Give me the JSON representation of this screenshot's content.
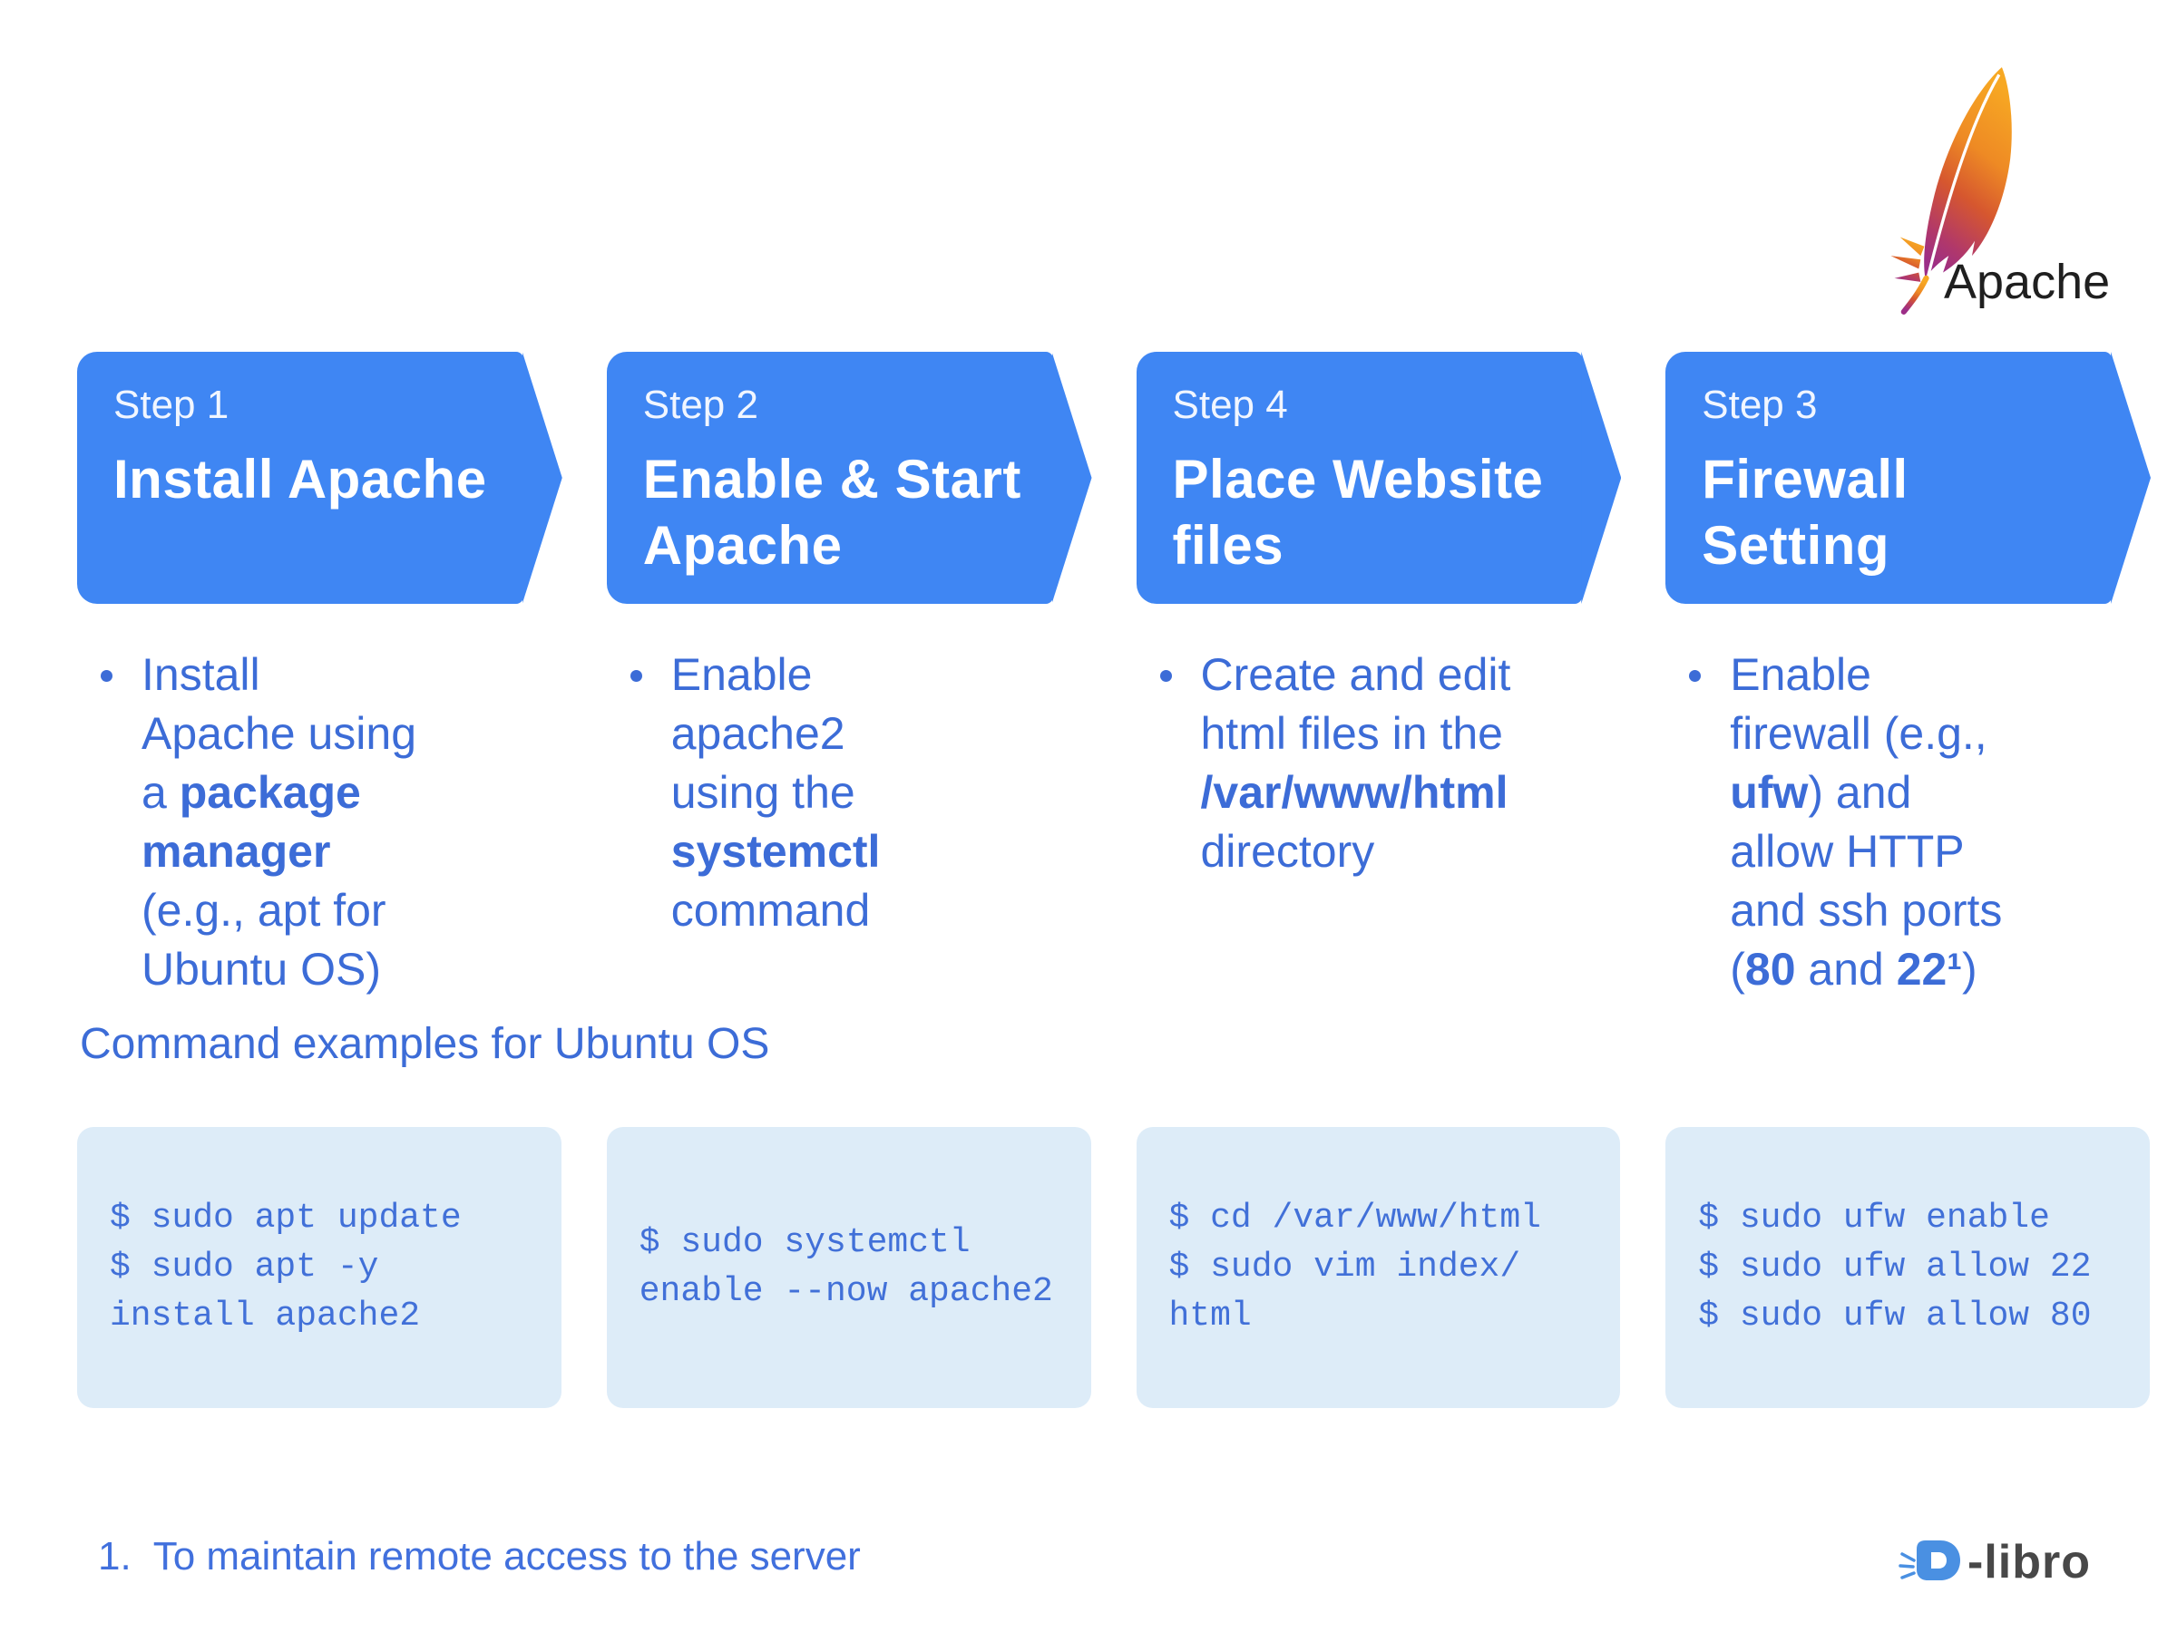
{
  "apache_logo": {
    "wordmark": "Apache"
  },
  "section_heading": "Command examples for Ubuntu OS",
  "footnote": {
    "number": "1.",
    "text": "To maintain remote access to the server"
  },
  "footer_logo": {
    "icon": "d-book-icon",
    "wordmark": "-libro"
  },
  "colors": {
    "banner_blue": "#3f86f3",
    "text_blue": "#3c6cd7",
    "code_text_blue": "#4170d8",
    "code_box_bg": "#ddecf8",
    "apache_wordmark_dark": "#1f1f1f",
    "feather_gradient_top": "#F7A823",
    "feather_gradient_bottom": "#9C2E87",
    "dlibro_blue": "#4a90e2",
    "dlibro_gray": "#484848"
  },
  "steps": [
    {
      "label": "Step 1",
      "title": "Install Apache",
      "bullet_lines": [
        "Install",
        "Apache using",
        "a **package**",
        "**manager**",
        "(e.g., apt for",
        "Ubuntu OS)"
      ],
      "code_lines": [
        "$ sudo apt update",
        "$ sudo apt -y",
        "install apache2"
      ]
    },
    {
      "label": "Step 2",
      "title": "Enable & Start Apache",
      "bullet_lines": [
        "Enable",
        "apache2",
        "using the",
        "**systemctl**",
        "command"
      ],
      "code_lines": [
        "$ sudo systemctl",
        "enable --now apache2"
      ]
    },
    {
      "label": "Step 4",
      "title": "Place Website files",
      "bullet_lines": [
        "Create and edit",
        "html files in the",
        "**/var/www/html**",
        "directory"
      ],
      "code_lines": [
        "$ cd /var/www/html",
        "$ sudo vim index/",
        "html"
      ]
    },
    {
      "label": "Step 3",
      "title": "Firewall Setting",
      "bullet_lines": [
        "Enable",
        "firewall (e.g.,",
        "**ufw**) and",
        "allow HTTP",
        "and ssh ports",
        "(**80** and **22¹**)"
      ],
      "code_lines": [
        "$ sudo ufw enable",
        "$ sudo ufw allow 22",
        "$ sudo ufw allow 80"
      ]
    }
  ]
}
